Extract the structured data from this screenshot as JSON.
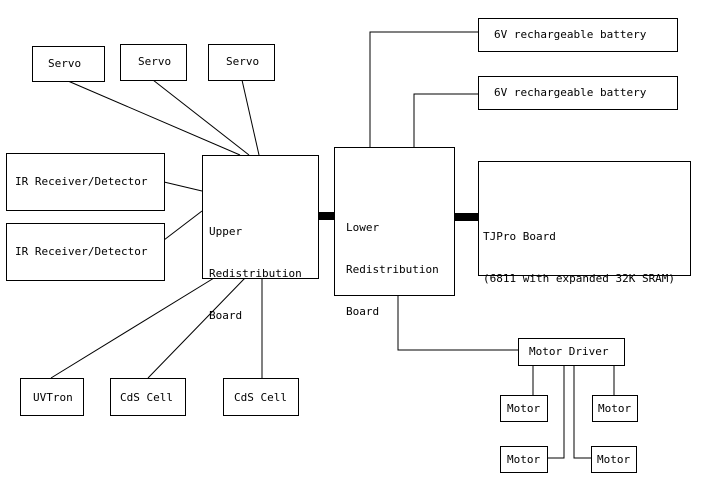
{
  "colors": {
    "line": "#000000",
    "background": "#ffffff",
    "text": "#000000"
  },
  "servos": [
    "Servo",
    "Servo",
    "Servo"
  ],
  "ir_receivers": [
    "IR Receiver/Detector",
    "IR Receiver/Detector"
  ],
  "upper_board": {
    "lines": [
      "Upper",
      "Redistribution",
      "Board"
    ]
  },
  "lower_board": {
    "lines": [
      "Lower",
      "Redistribution",
      "Board"
    ]
  },
  "batteries": [
    "6V rechargeable battery",
    "6V rechargeable battery"
  ],
  "tjpro_board": {
    "lines": [
      "TJPro Board",
      "(6811 with expanded 32K SRAM)"
    ]
  },
  "sensors": {
    "uvtron": "UVTron",
    "cds_cells": [
      "CdS Cell",
      "CdS Cell"
    ]
  },
  "motor_driver": "Motor Driver",
  "motors": [
    "Motor",
    "Motor",
    "Motor",
    "Motor"
  ]
}
